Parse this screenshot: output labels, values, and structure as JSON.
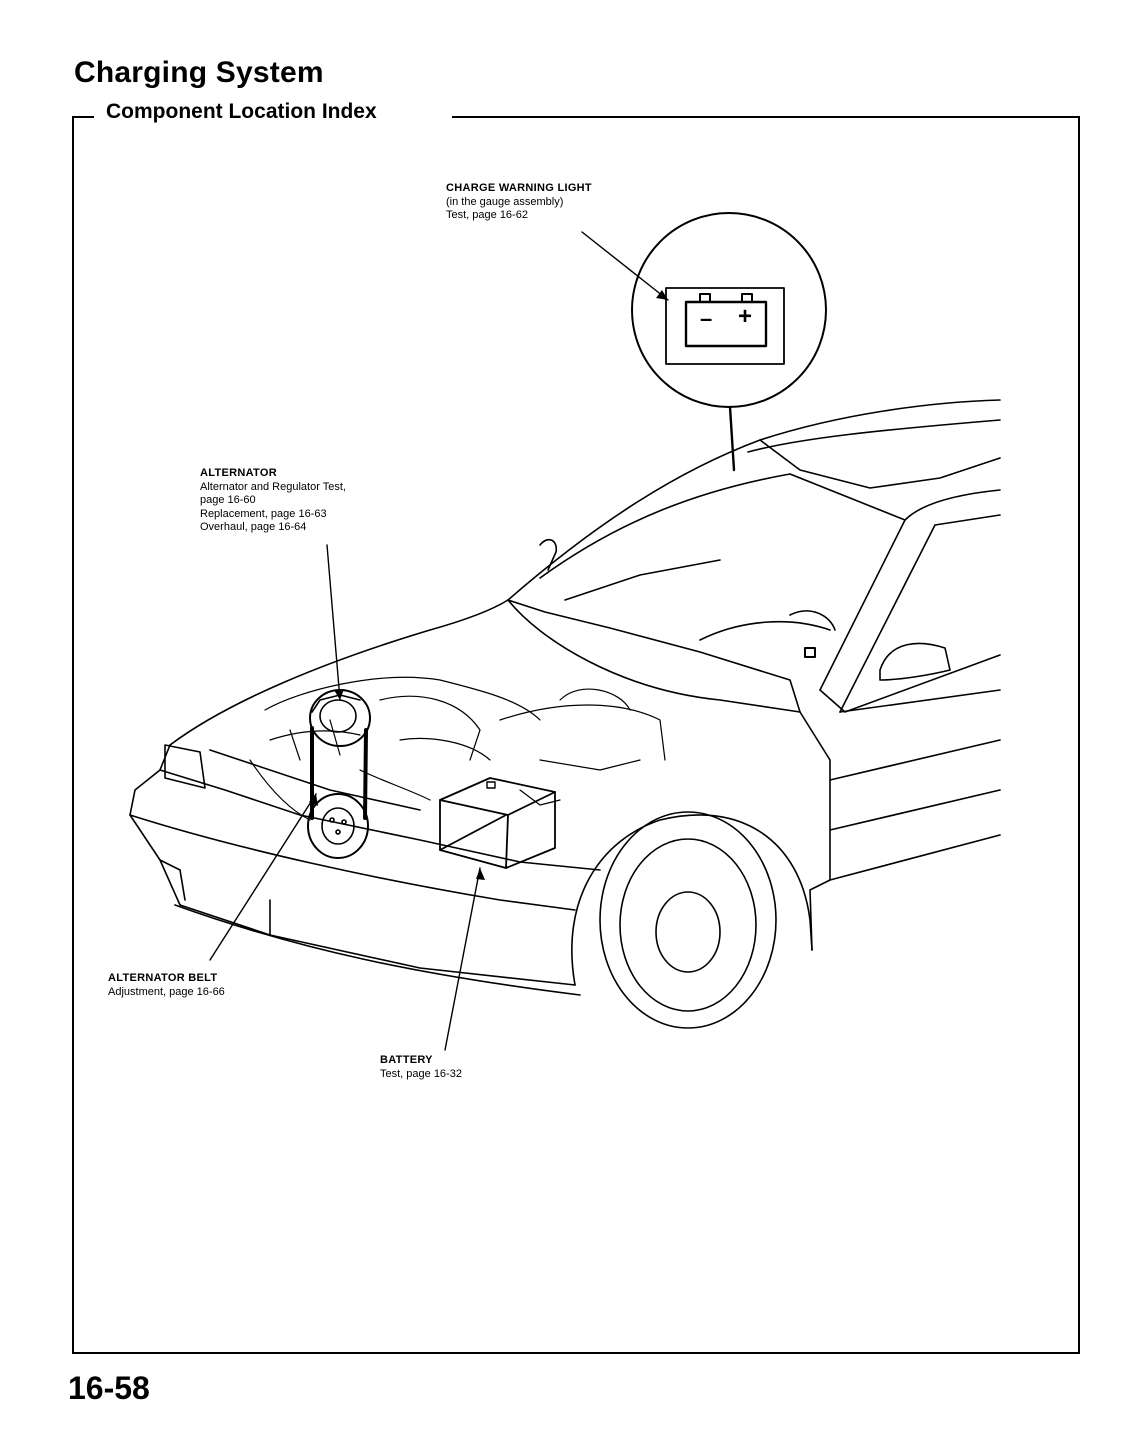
{
  "header": {
    "title": "Charging System",
    "subtitle": "Component Location Index"
  },
  "callouts": {
    "charge_warning_light": {
      "name": "CHARGE WARNING LIGHT",
      "lines": [
        "(in the gauge assembly)",
        "Test, page 16-62"
      ]
    },
    "alternator": {
      "name": "ALTERNATOR",
      "lines": [
        "Alternator and Regulator Test,",
        "page 16-60",
        "Replacement, page 16-63",
        "Overhaul, page 16-64"
      ]
    },
    "alternator_belt": {
      "name": "ALTERNATOR BELT",
      "lines": [
        "Adjustment, page 16-66"
      ]
    },
    "battery": {
      "name": "BATTERY",
      "lines": [
        "Test, page 16-32"
      ]
    }
  },
  "battery_symbol": {
    "minus": "–",
    "plus": "+"
  },
  "footer": {
    "page_number": "16-58"
  },
  "colors": {
    "ink": "#000000",
    "paper": "#ffffff"
  }
}
